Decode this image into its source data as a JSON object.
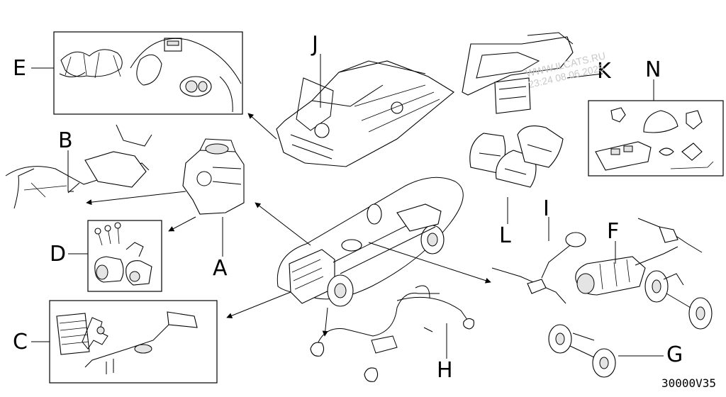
{
  "callouts": {
    "A": "A",
    "B": "B",
    "C": "C",
    "D": "D",
    "E": "E",
    "F": "F",
    "G": "G",
    "H": "H",
    "I": "I",
    "J": "J",
    "K": "K",
    "L": "L",
    "N": "N"
  },
  "diagram_code": "30000V35",
  "watermark": {
    "line1": "WWW.ILCATS.RU",
    "line2": "23:24 08.06.2025"
  }
}
